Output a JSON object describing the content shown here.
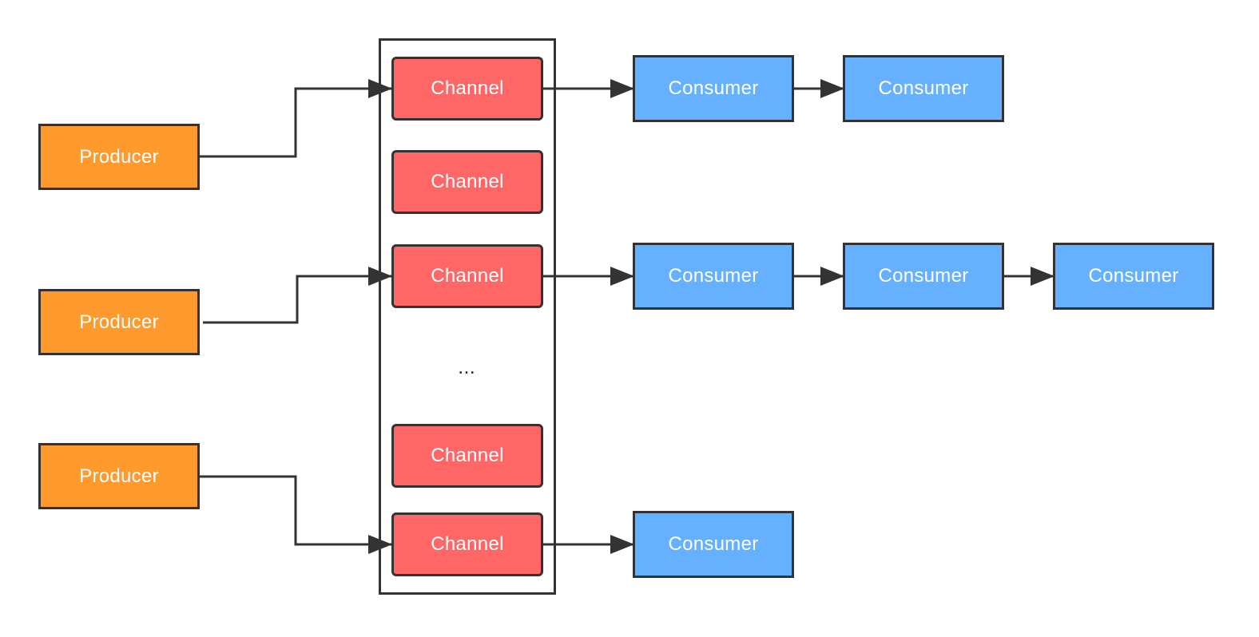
{
  "diagram": {
    "producers": [
      "Producer",
      "Producer",
      "Producer"
    ],
    "channels": [
      "Channel",
      "Channel",
      "Channel",
      "Channel",
      "Channel"
    ],
    "ellipsis": "...",
    "consumers": {
      "row1": [
        "Consumer",
        "Consumer"
      ],
      "row2": [
        "Consumer",
        "Consumer",
        "Consumer"
      ],
      "row3": [
        "Consumer"
      ]
    },
    "colors": {
      "producer": "#ff9a2e",
      "channel": "#ff6666",
      "consumer": "#66b1ff",
      "stroke": "#333333"
    }
  }
}
